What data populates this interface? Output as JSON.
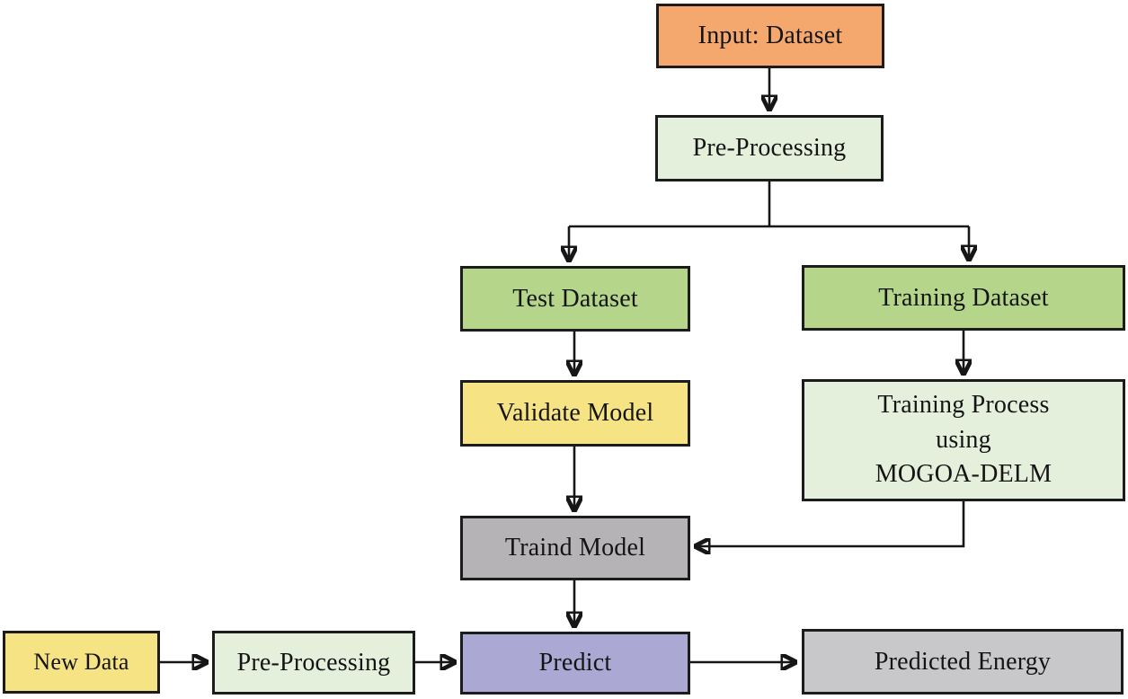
{
  "diagram": {
    "background": "#ffffff",
    "border_color": "#1c1c1c",
    "line_color": "#161616",
    "nodes": [
      {
        "id": "input-dataset",
        "label": "Input: Dataset",
        "fill": "#f5a86e"
      },
      {
        "id": "preprocessing-top",
        "label": "Pre-Processing",
        "fill": "#e4efdc"
      },
      {
        "id": "test-dataset",
        "label": "Test Dataset",
        "fill": "#b5d58a"
      },
      {
        "id": "training-dataset",
        "label": "Training Dataset",
        "fill": "#b5d58a"
      },
      {
        "id": "validate-model",
        "label": "Validate Model",
        "fill": "#f6e383"
      },
      {
        "id": "training-process",
        "label": "Training Process using MOGOA-DELM",
        "lines": [
          "Training Process",
          "using",
          "MOGOA-DELM"
        ],
        "fill": "#e4efdc"
      },
      {
        "id": "traind-model",
        "label": "Traind Model",
        "fill": "#b5b3b6"
      },
      {
        "id": "predict",
        "label": "Predict",
        "fill": "#aca8d4"
      },
      {
        "id": "new-data",
        "label": "New Data",
        "fill": "#f6e383"
      },
      {
        "id": "preprocessing-bottom",
        "label": "Pre-Processing",
        "fill": "#e4efdc"
      },
      {
        "id": "predicted-energy",
        "label": "Predicted Energy",
        "fill": "#c8c7c9"
      }
    ],
    "connections": [
      {
        "from": "input-dataset",
        "to": "preprocessing-top"
      },
      {
        "from": "preprocessing-top",
        "to": "test-dataset"
      },
      {
        "from": "preprocessing-top",
        "to": "training-dataset"
      },
      {
        "from": "test-dataset",
        "to": "validate-model"
      },
      {
        "from": "training-dataset",
        "to": "training-process"
      },
      {
        "from": "validate-model",
        "to": "traind-model"
      },
      {
        "from": "training-process",
        "to": "traind-model"
      },
      {
        "from": "traind-model",
        "to": "predict"
      },
      {
        "from": "new-data",
        "to": "preprocessing-bottom"
      },
      {
        "from": "preprocessing-bottom",
        "to": "predict"
      },
      {
        "from": "predict",
        "to": "predicted-energy"
      }
    ]
  }
}
